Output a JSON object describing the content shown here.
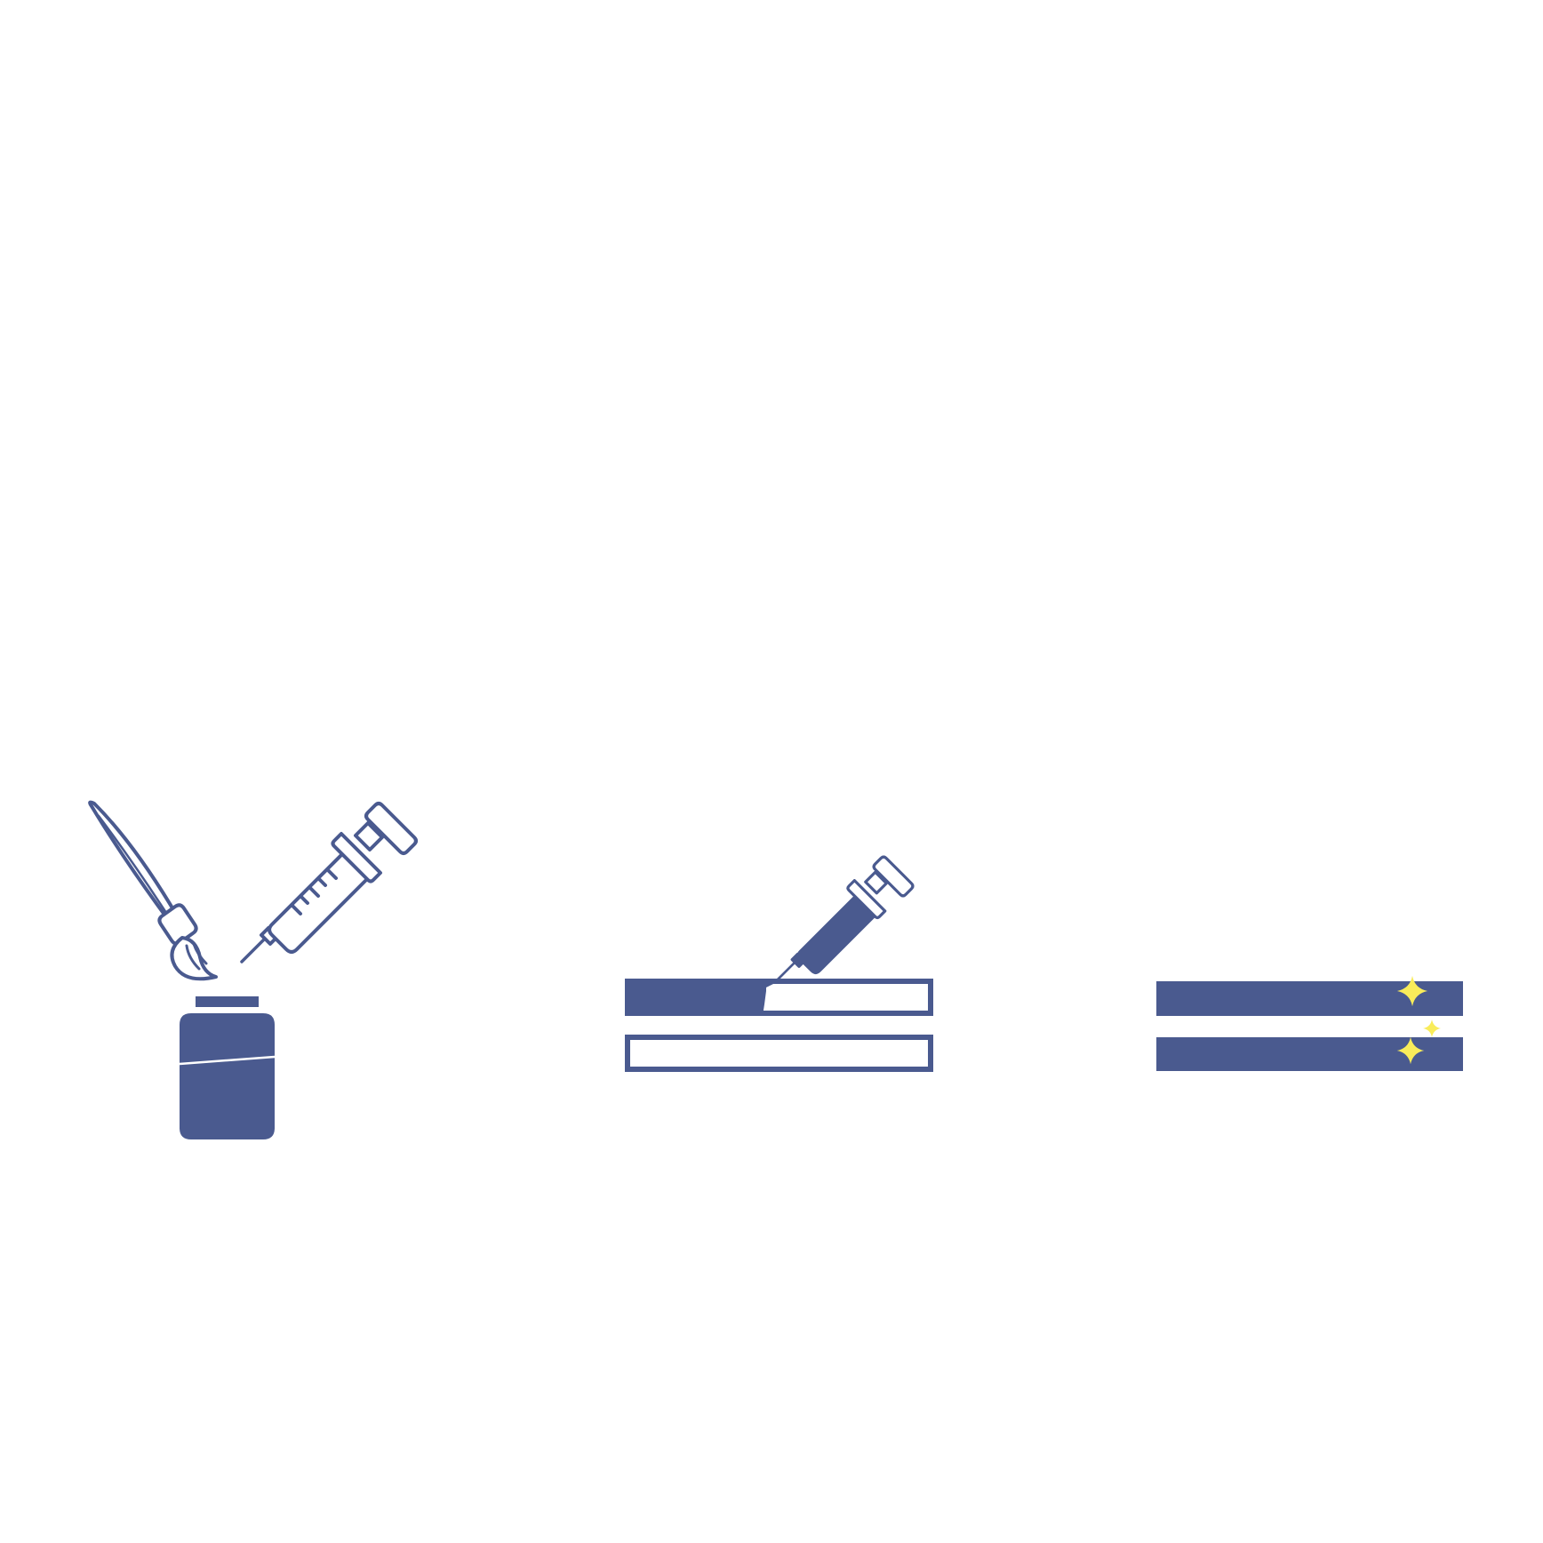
{
  "diagram": {
    "steps": [
      {
        "id": "supplies",
        "icons": [
          "paintbrush-icon",
          "syringe-icon",
          "paint-bottle-icon"
        ]
      },
      {
        "id": "apply-paint",
        "icons": [
          "syringe-icon",
          "stripe-top-half-filled",
          "stripe-bottom-empty"
        ]
      },
      {
        "id": "finished",
        "icons": [
          "stripe-top-filled",
          "stripe-bottom-filled",
          "sparkle-icon"
        ]
      }
    ]
  },
  "colors": {
    "primary": "#4a5a8f",
    "background": "#ffffff",
    "sparkle": "#f9ec5a"
  }
}
